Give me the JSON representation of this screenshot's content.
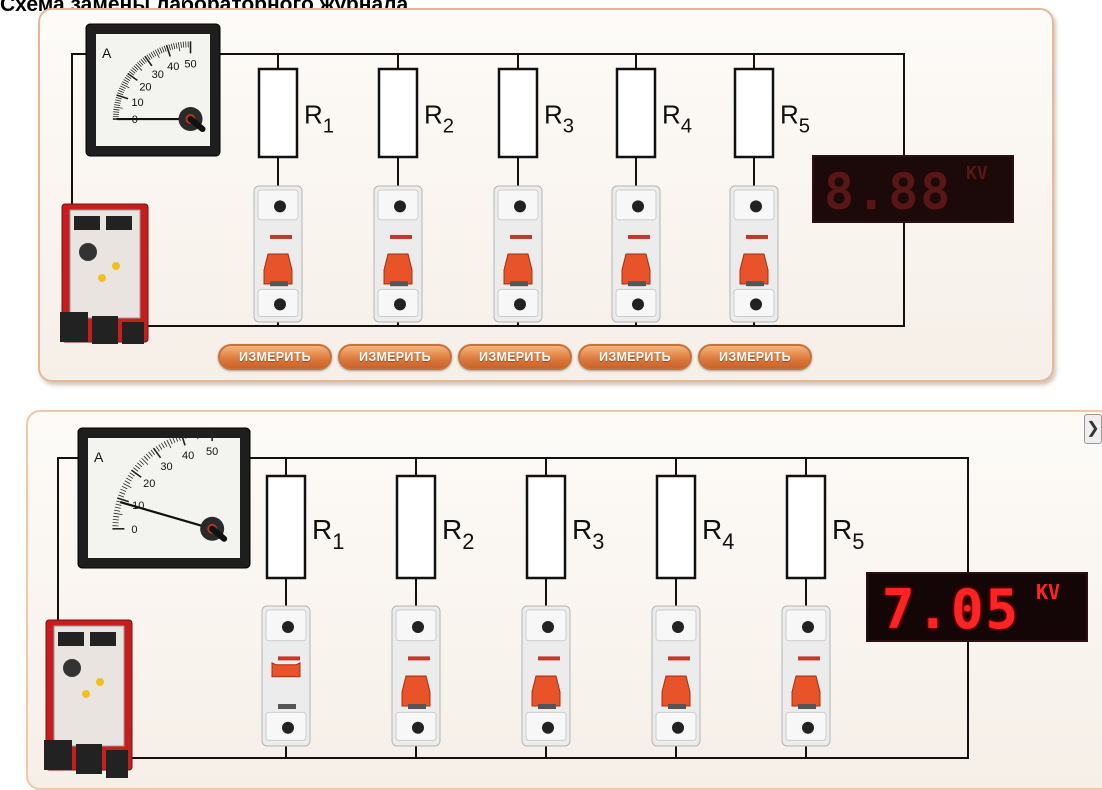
{
  "heading": "Схема замены лабораторного журнала",
  "panel_top": {
    "ammeter": {
      "unit_label": "A",
      "scale": [
        "0",
        "10",
        "20",
        "30",
        "40",
        "50"
      ],
      "needle_value": 0
    },
    "resistors": [
      {
        "letter": "R",
        "index": "1"
      },
      {
        "letter": "R",
        "index": "2"
      },
      {
        "letter": "R",
        "index": "3"
      },
      {
        "letter": "R",
        "index": "4"
      },
      {
        "letter": "R",
        "index": "5"
      }
    ],
    "breakers": [
      "on",
      "on",
      "on",
      "on",
      "on"
    ],
    "display": {
      "value": "8.88",
      "unit": "KV",
      "lit": false
    },
    "buttons": [
      "ИЗМЕРИТЬ",
      "ИЗМЕРИТЬ",
      "ИЗМЕРИТЬ",
      "ИЗМЕРИТЬ",
      "ИЗМЕРИТЬ"
    ]
  },
  "panel_bottom": {
    "ammeter": {
      "unit_label": "A",
      "scale": [
        "0",
        "10",
        "20",
        "30",
        "40",
        "50"
      ],
      "needle_value": 9
    },
    "resistors": [
      {
        "letter": "R",
        "index": "1"
      },
      {
        "letter": "R",
        "index": "2"
      },
      {
        "letter": "R",
        "index": "3"
      },
      {
        "letter": "R",
        "index": "4"
      },
      {
        "letter": "R",
        "index": "5"
      }
    ],
    "breakers": [
      "off",
      "on",
      "on",
      "on",
      "on"
    ],
    "display": {
      "value": "7.05",
      "unit": "KV",
      "lit": true
    },
    "collapse_icon": "chevron-right-icon"
  },
  "colors": {
    "breaker_handle": "#e8532a",
    "button": "#de7d3f",
    "display_lit": "#ff2424",
    "display_dim": "#5a1515",
    "panel_border": "#e3b99a"
  }
}
